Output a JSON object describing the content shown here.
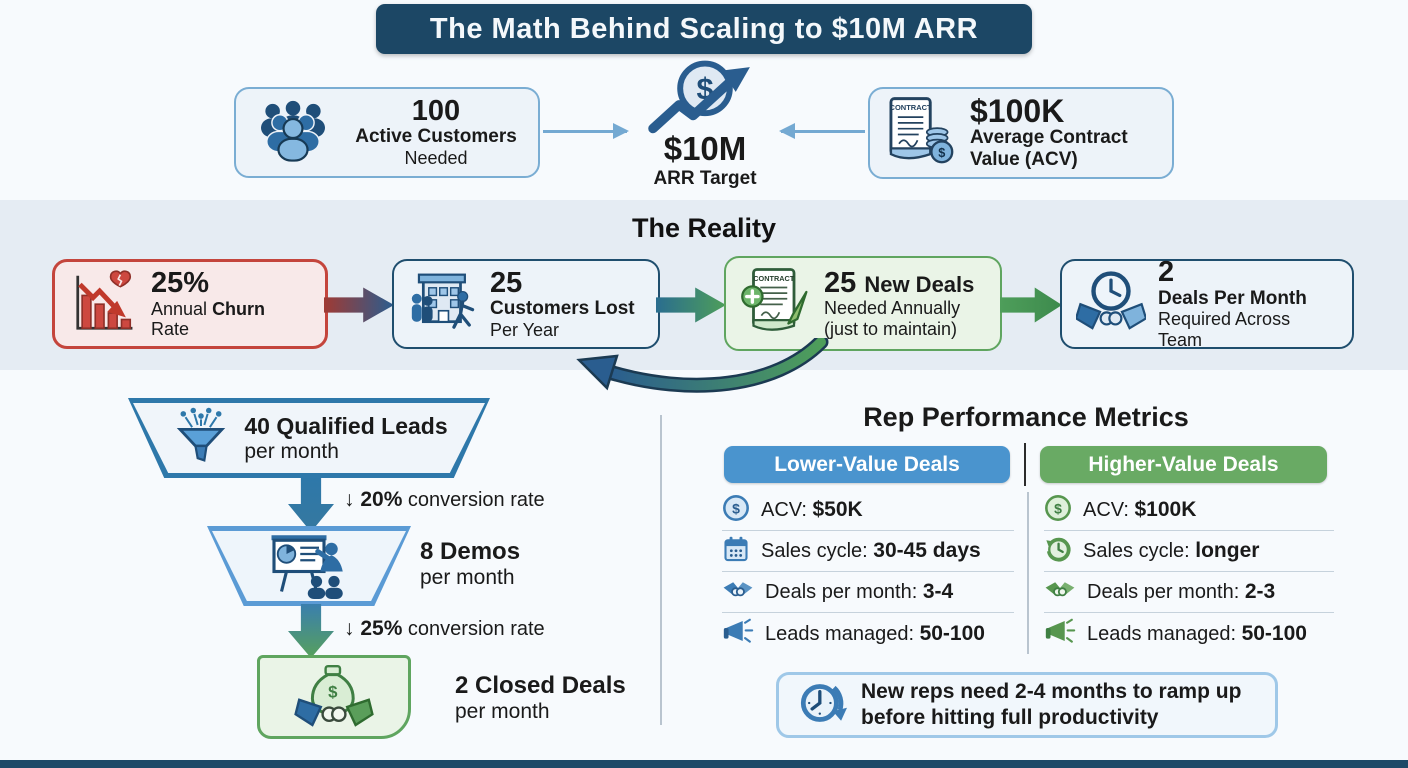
{
  "title": "The Math Behind Scaling to $10M ARR",
  "overview": {
    "customers": {
      "value": "100",
      "bold": "Active Customers",
      "regular": "Needed"
    },
    "target": {
      "value": "$10M",
      "label": "ARR Target"
    },
    "acv": {
      "value": "$100K",
      "bold1": "Average Contract",
      "bold2": "Value (ACV)",
      "doc_label": "CONTRACT"
    }
  },
  "reality": {
    "heading": "The Reality",
    "churn": {
      "value": "25%",
      "regular1": "Annual ",
      "bold": "Churn",
      "regular2": "Rate"
    },
    "lost": {
      "value": "25",
      "bold": "Customers Lost",
      "regular": "Per Year"
    },
    "new_deals": {
      "value": "25 ",
      "bold": "New Deals",
      "regular1": "Needed Annually",
      "regular2": "(just to maintain)",
      "doc_label": "CONTRACT"
    },
    "team": {
      "value": "2",
      "bold": "Deals Per Month",
      "regular": "Required Across Team"
    }
  },
  "funnel": {
    "stage1_bold": "40 Qualified Leads",
    "stage1_regular": "per month",
    "conversion1_bold": "↓ 20%",
    "conversion1_regular": " conversion rate",
    "stage2_bold": "8 Demos",
    "stage2_regular": "per month",
    "conversion2_bold": "↓ 25%",
    "conversion2_regular": " conversion rate",
    "stage3_bold": "2 Closed Deals",
    "stage3_regular": "per month"
  },
  "metrics": {
    "heading": "Rep Performance Metrics",
    "columns": [
      {
        "header": "Lower-Value Deals",
        "rows": [
          {
            "icon": "dollar-coin-icon",
            "label": "ACV: ",
            "value": "$50K"
          },
          {
            "icon": "calendar-icon",
            "label": "Sales cycle: ",
            "value": "30-45 days"
          },
          {
            "icon": "handshake-icon",
            "label": "Deals per month: ",
            "value": "3-4"
          },
          {
            "icon": "megaphone-icon",
            "label": "Leads managed: ",
            "value": "50-100"
          }
        ]
      },
      {
        "header": "Higher-Value Deals",
        "rows": [
          {
            "icon": "dollar-coin-icon",
            "label": "ACV: ",
            "value": "$100K"
          },
          {
            "icon": "clock-cycle-icon",
            "label": "Sales cycle: ",
            "value": "longer"
          },
          {
            "icon": "handshake-icon",
            "label": "Deals per month: ",
            "value": "2-3"
          },
          {
            "icon": "megaphone-icon",
            "label": "Leads managed: ",
            "value": "50-100"
          }
        ]
      }
    ],
    "note_line1": "New reps need 2-4 months to ramp up",
    "note_line2": "before hitting full productivity"
  },
  "colors": {
    "banner_navy": "#1c4765",
    "blue_header": "#4a94ce",
    "green_header": "#69aa64",
    "red_accent": "#c4453c",
    "green_accent": "#5fa55f",
    "arrow_light_blue": "#74a9d2"
  }
}
